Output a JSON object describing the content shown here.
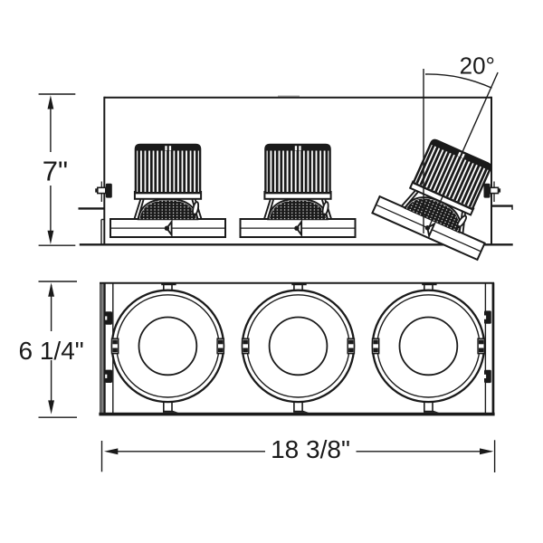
{
  "diagram": {
    "type": "technical-dimension-drawing",
    "subject": "triple-head recessed multiple lighting fixture",
    "colors": {
      "line": "#1a1a1a",
      "background": "#ffffff"
    },
    "views": {
      "side_elevation": {
        "name": "side elevation view",
        "lamp_modules": 3,
        "tilted_modules": 1,
        "labels": {
          "height": "7\"",
          "tilt_angle": "20°"
        }
      },
      "bottom_plan": {
        "name": "bottom plan view",
        "apertures": 3,
        "labels": {
          "depth": "6 1/4\"",
          "width": "18 3/8\""
        }
      }
    }
  }
}
